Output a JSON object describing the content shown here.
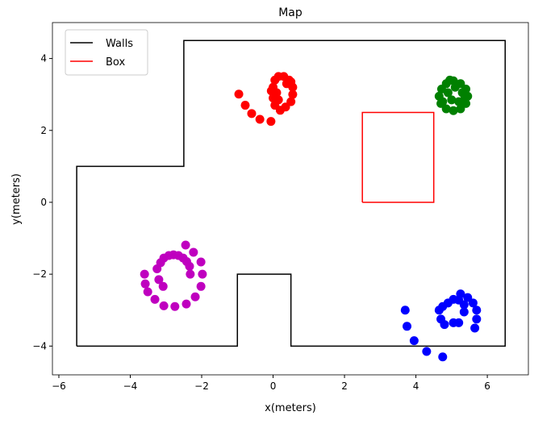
{
  "chart_data": {
    "type": "scatter",
    "title": "Map",
    "xlabel": "x(meters)",
    "ylabel": "y(meters)",
    "xlim": [
      -6.18,
      7.15
    ],
    "ylim": [
      -4.8,
      5.0
    ],
    "xticks": [
      -6,
      -4,
      -2,
      0,
      2,
      4,
      6
    ],
    "yticks": [
      -4,
      -2,
      0,
      2,
      4
    ],
    "xtick_labels": [
      "−6",
      "−4",
      "−2",
      "0",
      "2",
      "4",
      "6"
    ],
    "ytick_labels": [
      "−4",
      "−2",
      "0",
      "2",
      "4"
    ],
    "grid": false,
    "legend": {
      "placement": "top-left",
      "entries": [
        {
          "label": "Walls",
          "color": "#000000"
        },
        {
          "label": "Box",
          "color": "#ff0000"
        }
      ]
    },
    "lines": [
      {
        "name": "Walls",
        "color": "#000000",
        "x": [
          -5.5,
          -5.5,
          -2.5,
          -2.5,
          6.5,
          6.5,
          0.5,
          0.5,
          -1,
          -1,
          -5.5
        ],
        "y": [
          -4,
          1,
          1,
          4.5,
          4.5,
          -4,
          -4,
          -2,
          -2,
          -4,
          -4
        ]
      },
      {
        "name": "Box",
        "color": "#ff0000",
        "x": [
          2.5,
          4.5,
          4.5,
          2.5,
          2.5
        ],
        "y": [
          0,
          0,
          2.5,
          2.5,
          0
        ]
      }
    ],
    "scatter": [
      {
        "name": "red",
        "color": "#ff0000",
        "points": [
          [
            -0.96,
            3.01
          ],
          [
            -0.78,
            2.7
          ],
          [
            -0.6,
            2.47
          ],
          [
            -0.37,
            2.31
          ],
          [
            -0.06,
            2.25
          ],
          [
            0.2,
            2.56
          ],
          [
            0.35,
            2.65
          ],
          [
            0.5,
            2.8
          ],
          [
            0.55,
            3.0
          ],
          [
            0.55,
            3.2
          ],
          [
            0.45,
            3.4
          ],
          [
            0.3,
            3.5
          ],
          [
            0.15,
            3.5
          ],
          [
            0.05,
            3.4
          ],
          [
            0.0,
            3.2
          ],
          [
            -0.05,
            3.1
          ],
          [
            0.0,
            2.9
          ],
          [
            0.05,
            2.7
          ],
          [
            0.15,
            2.85
          ],
          [
            0.1,
            3.05
          ],
          [
            0.38,
            3.3
          ],
          [
            0.5,
            3.35
          ]
        ]
      },
      {
        "name": "green",
        "color": "#008000",
        "points": [
          [
            4.65,
            2.95
          ],
          [
            4.7,
            2.75
          ],
          [
            4.85,
            2.6
          ],
          [
            5.05,
            2.55
          ],
          [
            5.25,
            2.6
          ],
          [
            5.4,
            2.75
          ],
          [
            5.45,
            2.95
          ],
          [
            5.4,
            3.15
          ],
          [
            5.25,
            3.3
          ],
          [
            5.05,
            3.38
          ],
          [
            4.85,
            3.3
          ],
          [
            4.72,
            3.15
          ],
          [
            4.9,
            3.05
          ],
          [
            5.0,
            2.85
          ],
          [
            5.2,
            2.8
          ],
          [
            5.3,
            3.05
          ],
          [
            5.1,
            3.2
          ],
          [
            4.75,
            2.8
          ],
          [
            5.35,
            2.85
          ],
          [
            4.95,
            3.4
          ]
        ]
      },
      {
        "name": "blue",
        "color": "#0000ff",
        "points": [
          [
            3.7,
            -3.0
          ],
          [
            3.75,
            -3.45
          ],
          [
            3.95,
            -3.85
          ],
          [
            4.3,
            -4.15
          ],
          [
            4.75,
            -4.3
          ],
          [
            4.65,
            -3.0
          ],
          [
            4.7,
            -3.25
          ],
          [
            4.8,
            -3.4
          ],
          [
            4.9,
            -2.8
          ],
          [
            5.05,
            -2.7
          ],
          [
            5.2,
            -2.72
          ],
          [
            5.35,
            -2.85
          ],
          [
            5.35,
            -3.05
          ],
          [
            5.05,
            -3.35
          ],
          [
            5.2,
            -3.35
          ],
          [
            4.75,
            -2.9
          ],
          [
            5.25,
            -2.55
          ],
          [
            5.45,
            -2.65
          ],
          [
            5.6,
            -2.8
          ],
          [
            5.7,
            -3.0
          ],
          [
            5.7,
            -3.25
          ],
          [
            5.65,
            -3.5
          ]
        ]
      },
      {
        "name": "magenta",
        "color": "#bf00bf",
        "points": [
          [
            -2.45,
            -1.19
          ],
          [
            -2.23,
            -1.39
          ],
          [
            -2.02,
            -1.66
          ],
          [
            -1.98,
            -2.0
          ],
          [
            -2.02,
            -2.34
          ],
          [
            -2.18,
            -2.63
          ],
          [
            -2.43,
            -2.83
          ],
          [
            -2.75,
            -2.9
          ],
          [
            -3.06,
            -2.88
          ],
          [
            -3.31,
            -2.7
          ],
          [
            -3.51,
            -2.49
          ],
          [
            -3.58,
            -2.27
          ],
          [
            -3.6,
            -2.0
          ],
          [
            -3.08,
            -2.34
          ],
          [
            -3.2,
            -2.15
          ],
          [
            -3.25,
            -1.85
          ],
          [
            -3.15,
            -1.68
          ],
          [
            -3.06,
            -1.55
          ],
          [
            -2.92,
            -1.48
          ],
          [
            -2.79,
            -1.46
          ],
          [
            -2.65,
            -1.48
          ],
          [
            -2.52,
            -1.55
          ],
          [
            -2.42,
            -1.65
          ],
          [
            -2.34,
            -1.78
          ],
          [
            -2.32,
            -2.0
          ]
        ]
      }
    ]
  }
}
